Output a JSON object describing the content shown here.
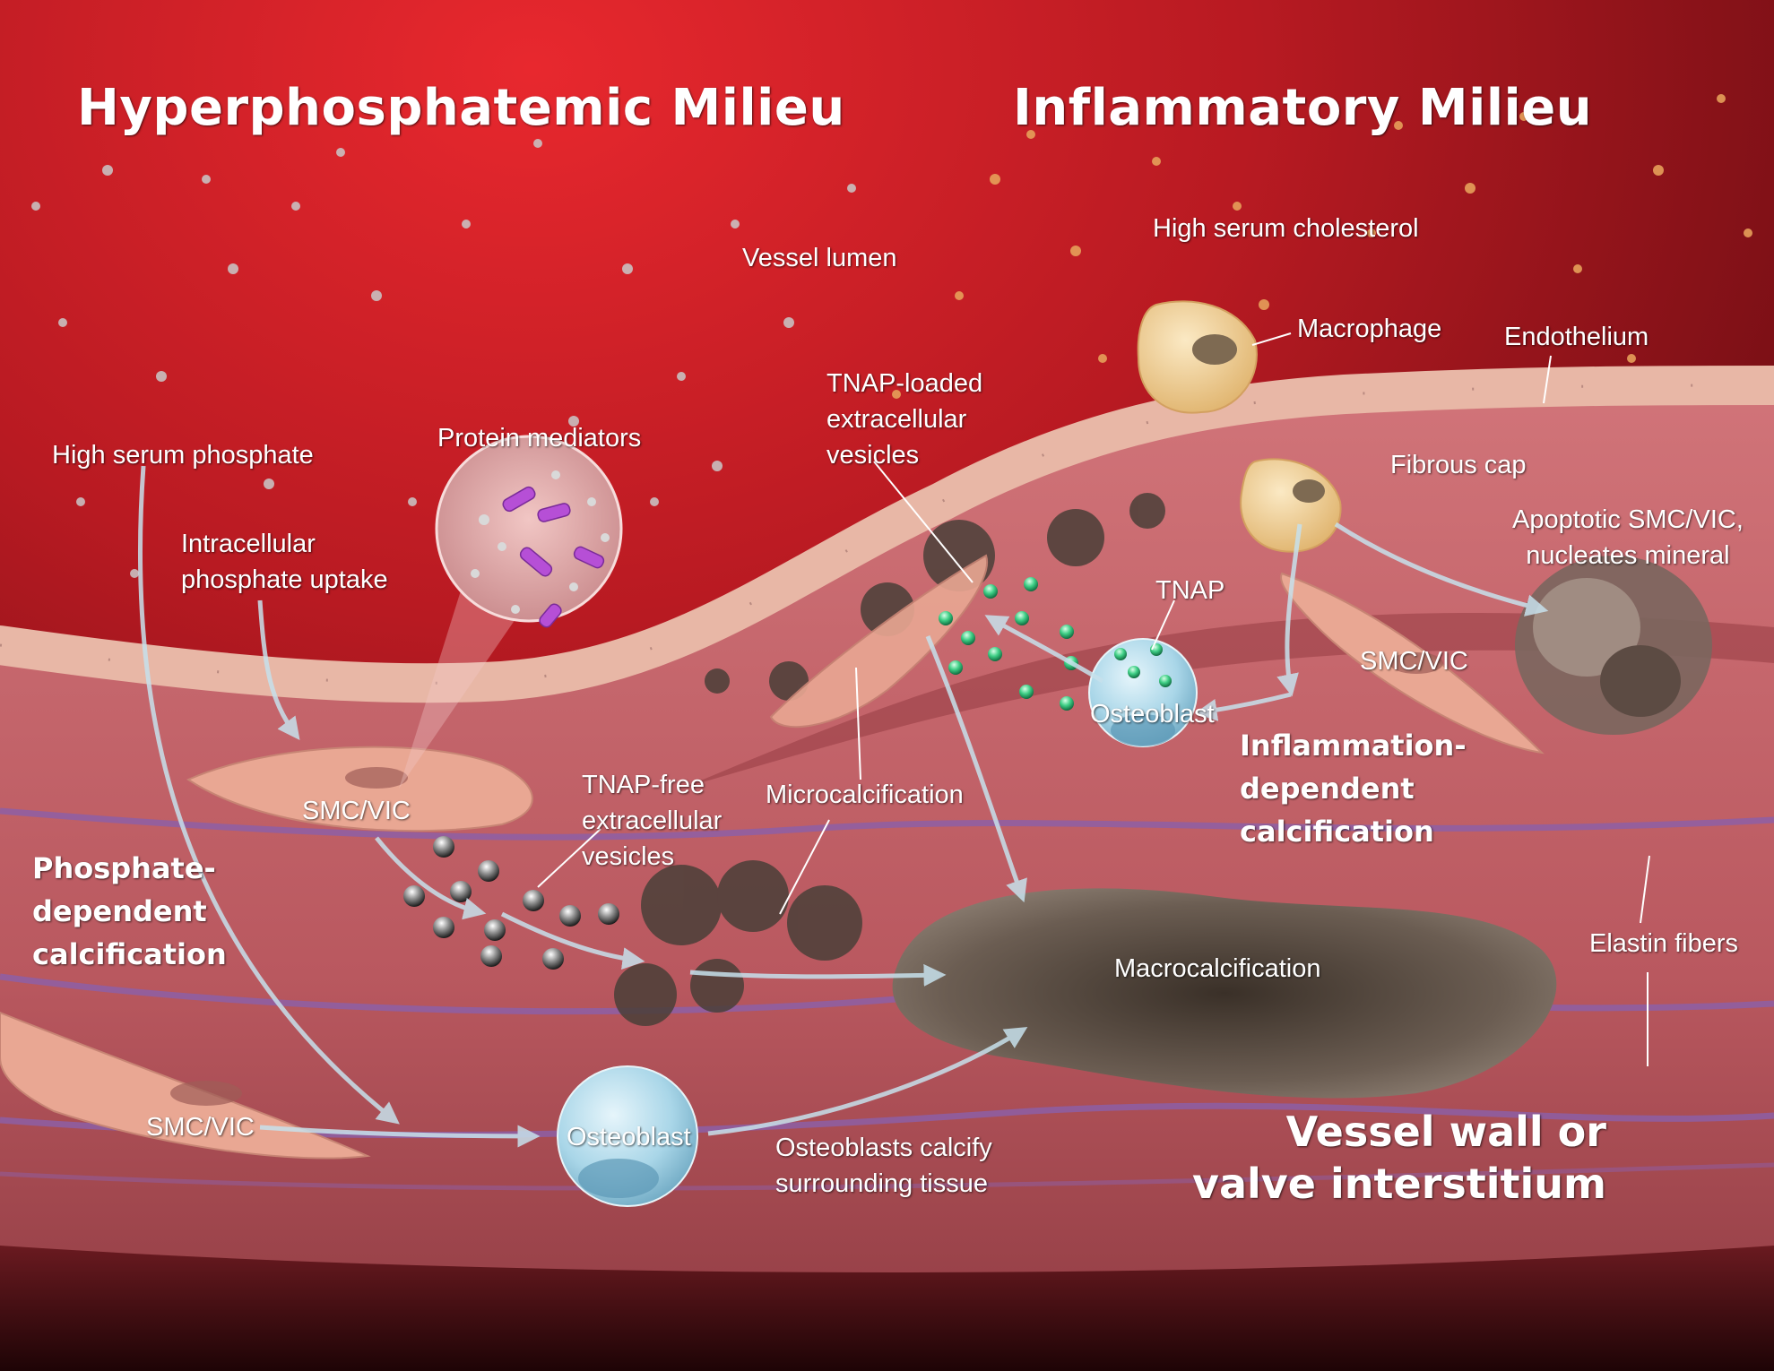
{
  "titles": {
    "left": "Hyperphosphatemic Milieu",
    "right": "Inflammatory Milieu"
  },
  "labels": {
    "vessel_lumen": "Vessel lumen",
    "high_serum_cholesterol": "High serum cholesterol",
    "macrophage": "Macrophage",
    "endothelium": "Endothelium",
    "tnap_loaded": [
      "TNAP-loaded",
      "extracellular",
      "vesicles"
    ],
    "fibrous_cap": "Fibrous cap",
    "apoptotic": [
      "Apoptotic SMC/VIC,",
      "nucleates mineral"
    ],
    "tnap": "TNAP",
    "smc_vic_right": "SMC/VIC",
    "osteoblast_top": "Osteoblast",
    "inflammation_dependent": [
      "Inflammation-",
      "dependent",
      "calcification"
    ],
    "high_serum_phosphate": "High serum phosphate",
    "protein_mediators": "Protein mediators",
    "intracellular_uptake": [
      "Intracellular",
      "phosphate uptake"
    ],
    "smc_vic_middle": "SMC/VIC",
    "tnap_free": [
      "TNAP-free",
      "extracellular",
      "vesicles"
    ],
    "microcalcification": "Microcalcification",
    "phosphate_dependent": [
      "Phosphate-",
      "dependent",
      "calcification"
    ],
    "macrocalcification": "Macrocalcification",
    "elastin_fibers": "Elastin fibers",
    "smc_vic_bottom": "SMC/VIC",
    "osteoblast_bottom": "Osteoblast",
    "osteoblasts_calcify": [
      "Osteoblasts calcify",
      "surrounding tissue"
    ],
    "vessel_wall": [
      "Vessel wall or",
      "valve interstitium"
    ]
  },
  "colors": {
    "lumen_top": "#e1262c",
    "lumen_bottom": "#6e0d12",
    "tissue": "#c96a6f",
    "endothelium": "#e8b7a6",
    "elastin": "#8d5fa6",
    "osteoblast": "#a9d6e8",
    "macrophage": "#f3d49b",
    "tnap_vesicle": "#3fcf86",
    "arrow": "#c7e1ec"
  }
}
